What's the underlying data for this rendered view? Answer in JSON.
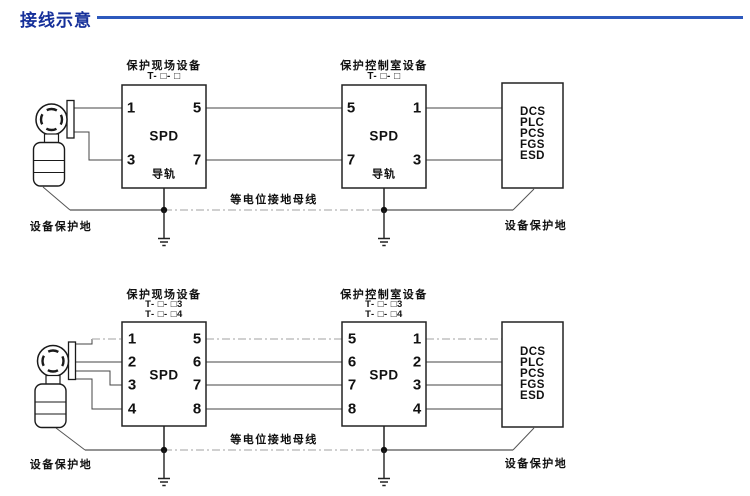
{
  "page": {
    "title": "接线示意"
  },
  "diagram_top": {
    "field_device_label": "保护现场设备",
    "field_device_model": "T- □- □",
    "control_room_label": "保护控制室设备",
    "control_room_model": "T- □- □",
    "spd1": {
      "name": "SPD",
      "rail": "导轨",
      "left_terminals": [
        "1",
        "3"
      ],
      "right_terminals": [
        "5",
        "7"
      ]
    },
    "spd2": {
      "name": "SPD",
      "rail": "导轨",
      "left_terminals": [
        "5",
        "7"
      ],
      "right_terminals": [
        "1",
        "3"
      ]
    },
    "systems": [
      "DCS",
      "PLC",
      "PCS",
      "FGS",
      "ESD"
    ],
    "bus_label": "等电位接地母线",
    "ground_left_label": "设备保护地",
    "ground_right_label": "设备保护地"
  },
  "diagram_bottom": {
    "field_device_label": "保护现场设备",
    "field_device_models": [
      "T- □- □3",
      "T- □- □4"
    ],
    "control_room_label": "保护控制室设备",
    "control_room_models": [
      "T- □- □3",
      "T- □- □4"
    ],
    "spd1": {
      "name": "SPD",
      "left_terminals": [
        "1",
        "2",
        "3",
        "4"
      ],
      "right_terminals": [
        "5",
        "6",
        "7",
        "8"
      ]
    },
    "spd2": {
      "name": "SPD",
      "left_terminals": [
        "5",
        "6",
        "7",
        "8"
      ],
      "right_terminals": [
        "1",
        "2",
        "3",
        "4"
      ]
    },
    "systems": [
      "DCS",
      "PLC",
      "PCS",
      "FGS",
      "ESD"
    ],
    "bus_label": "等电位接地母线",
    "ground_left_label": "设备保护地",
    "ground_right_label": "设备保护地"
  },
  "colors": {
    "title_text": "#16309a",
    "title_rule": "#2d59bd",
    "line": "#444444",
    "bus_dash": "#b3b3b3"
  }
}
